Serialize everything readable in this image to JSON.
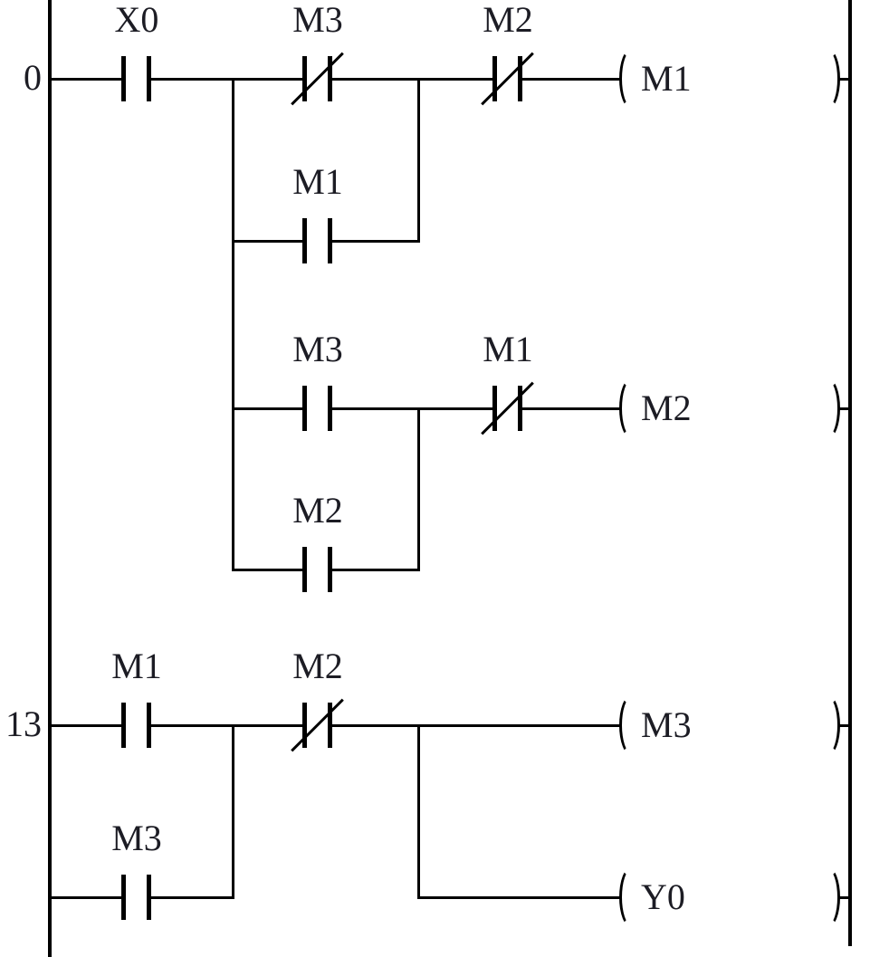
{
  "diagram": {
    "type": "plc-ladder-logic",
    "colors": {
      "wire": "#000000",
      "text": "#1c1c24",
      "background": "#ffffff"
    }
  },
  "rungs": [
    {
      "step": "0",
      "contacts": [
        {
          "label": "X0",
          "kind": "NO"
        },
        {
          "label": "M3",
          "kind": "NC"
        },
        {
          "label": "M2",
          "kind": "NC"
        }
      ],
      "parallel_contacts": [
        {
          "label": "M1",
          "kind": "NO"
        }
      ],
      "coil": "M1"
    },
    {
      "step": "",
      "contacts": [
        {
          "label": "M3",
          "kind": "NO"
        },
        {
          "label": "M1",
          "kind": "NC"
        }
      ],
      "parallel_contacts": [
        {
          "label": "M2",
          "kind": "NO"
        }
      ],
      "coil": "M2"
    },
    {
      "step": "13",
      "contacts": [
        {
          "label": "M1",
          "kind": "NO"
        },
        {
          "label": "M2",
          "kind": "NC"
        }
      ],
      "parallel_contacts": [
        {
          "label": "M3",
          "kind": "NO"
        }
      ],
      "coil": "M3",
      "branch_coil": "Y0"
    }
  ]
}
